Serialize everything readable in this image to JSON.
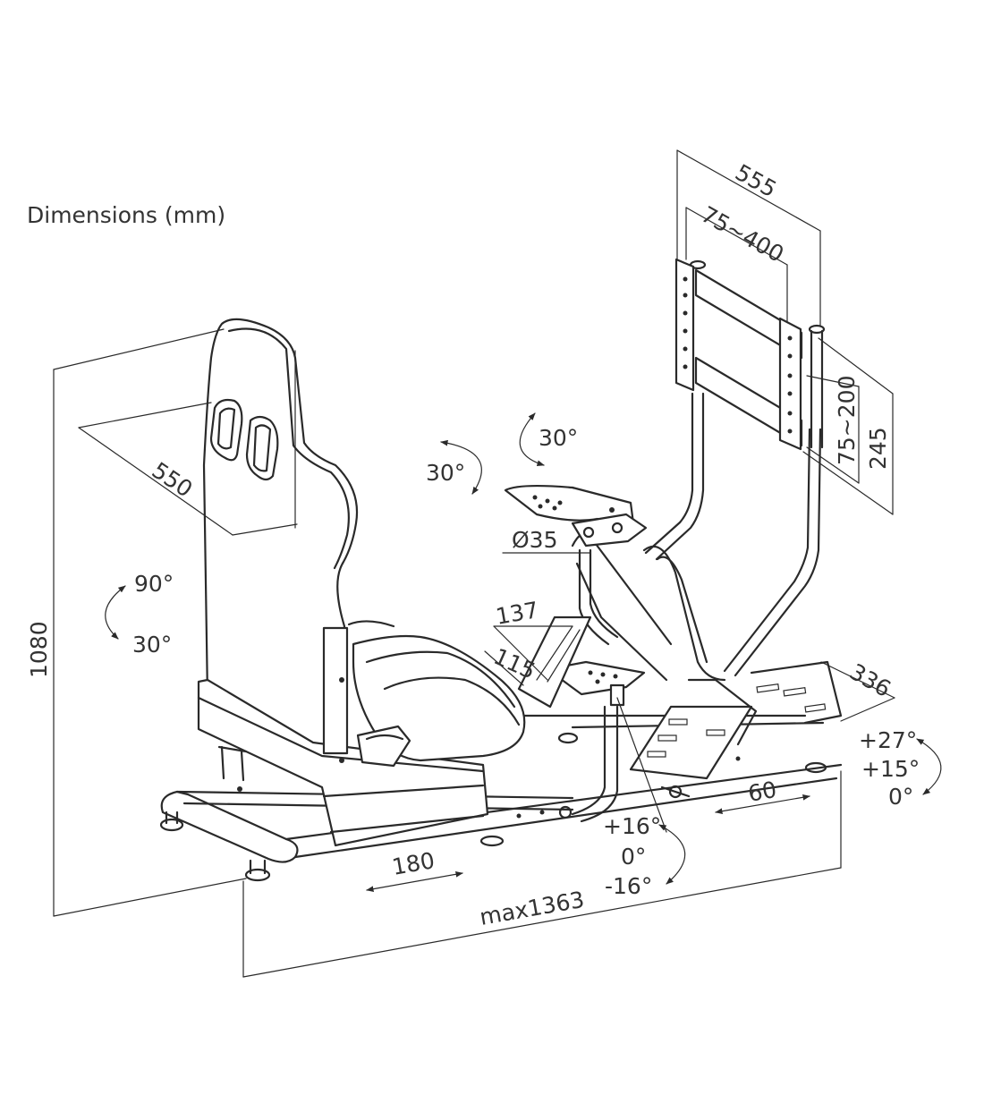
{
  "title": "Dimensions (mm)",
  "dimensions": {
    "height": "1080",
    "seat_width": "550",
    "vesa_span": "555",
    "vesa_horizontal": "75~400",
    "vesa_vertical": "75~200",
    "mount_height": "245",
    "wheel_tube": "Ø35",
    "pedal_137": "137",
    "pedal_115": "115",
    "base_width": "336",
    "length_max": "max1363",
    "seat_slide": "180",
    "pedal_slide": "60"
  },
  "angles": {
    "backrest_top": "90°",
    "backrest_bottom": "30°",
    "wheel_tilt_a": "30°",
    "wheel_tilt_b": "30°",
    "base_tilt_up": "+27°",
    "base_tilt_mid": "+15°",
    "base_tilt_zero": "0°",
    "pedal_tilt_up": "+16°",
    "pedal_tilt_zero": "0°",
    "pedal_tilt_down": "-16°"
  }
}
